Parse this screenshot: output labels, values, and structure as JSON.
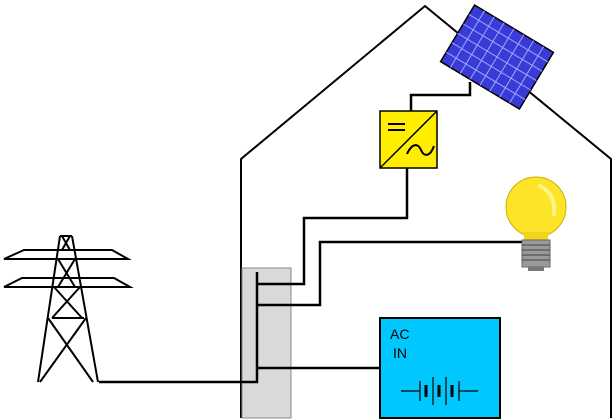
{
  "battery_box": {
    "line1": "AC",
    "line2": "IN"
  },
  "colors": {
    "background": "#ffffff",
    "outline": "#000000",
    "panel_fill": "#3a3ad6",
    "panel_grid": "#9aa8ff",
    "inverter_fill": "#ffee00",
    "bulb_fill": "#fde428",
    "bulb_base": "#888888",
    "battery_fill": "#00c8ff",
    "distribution_board": "#d9d9d9"
  },
  "icons": [
    "house-outline",
    "solar-panel-icon",
    "inverter-dc-ac-icon",
    "light-bulb-icon",
    "distribution-board",
    "battery-inverter-box",
    "transmission-tower-icon"
  ]
}
